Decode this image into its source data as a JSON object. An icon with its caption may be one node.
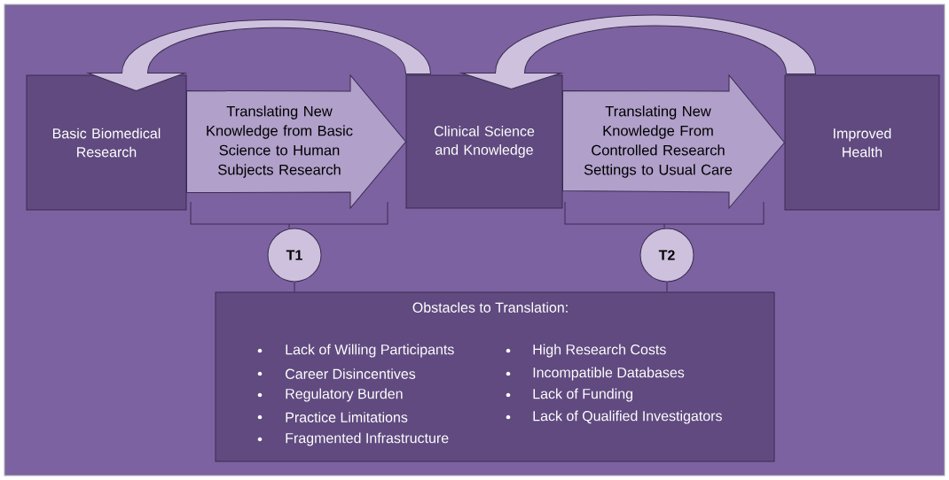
{
  "diagram": {
    "nodes": [
      {
        "text": [
          "Basic Biomedical Research"
        ]
      },
      {
        "text": [
          "Clinical Science and Knowledge"
        ]
      },
      {
        "text": [
          "Improved Health"
        ]
      },
      {
        "text": [
          "T1"
        ]
      },
      {
        "text": [
          "T2"
        ]
      },
      {
        "text": [
          "Obstacles to Translation:",
          "Lack of Willing Participants",
          "Career Disincentives",
          "Regulatory Burden",
          "Practice Limitations",
          "Fragmented Infrastructure",
          "High Research Costs",
          "Incompatible Databases",
          "Lack of Funding",
          "Lack of Qualified Investigators"
        ]
      },
      {
        "text": [],
        "shape": "bracket"
      },
      {
        "text": [],
        "shape": "bracket"
      }
    ],
    "edges": [
      {
        "from": 0,
        "to": 1,
        "arrow": "to",
        "label": "Translating New Knowledge from Basic Science to Human Subjects Research"
      },
      {
        "from": 1,
        "to": 2,
        "arrow": "to",
        "label": "Translating New Knowledge From Controlled Research Settings to Usual Care"
      },
      {
        "from": 1,
        "to": 0,
        "arrow": "to"
      },
      {
        "from": 2,
        "to": 1,
        "arrow": "to"
      },
      {
        "from": 6,
        "to": 3,
        "arrow": "none"
      },
      {
        "from": 7,
        "to": 4,
        "arrow": "none"
      },
      {
        "from": 3,
        "to": 5,
        "arrow": "none"
      },
      {
        "from": 4,
        "to": 5,
        "arrow": "none"
      }
    ]
  }
}
